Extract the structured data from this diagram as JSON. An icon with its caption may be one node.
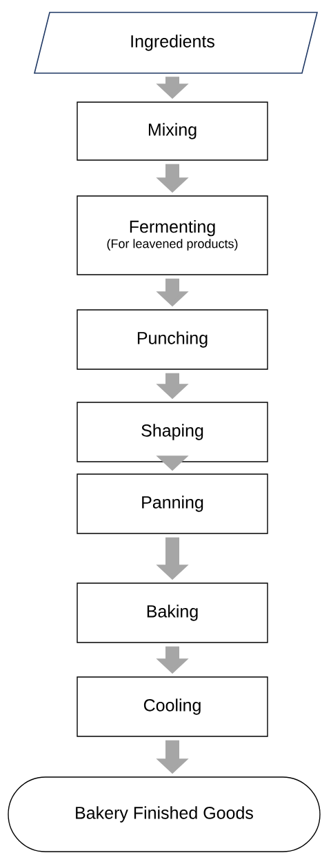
{
  "diagram": {
    "nodes": [
      {
        "text": [
          "Ingredients"
        ]
      },
      {
        "text": [
          "Mixing"
        ]
      },
      {
        "text": [
          "Fermenting",
          "(For leavened products)"
        ]
      },
      {
        "text": [
          "Punching"
        ]
      },
      {
        "text": [
          "Shaping"
        ]
      },
      {
        "text": [
          "Panning"
        ]
      },
      {
        "text": [
          "Baking"
        ]
      },
      {
        "text": [
          "Cooling"
        ]
      },
      {
        "text": [
          "Bakery Finished Goods"
        ]
      }
    ],
    "edges": [
      {
        "from": 0,
        "to": 1,
        "arrow": "to"
      },
      {
        "from": 1,
        "to": 2,
        "arrow": "to"
      },
      {
        "from": 2,
        "to": 3,
        "arrow": "to"
      },
      {
        "from": 3,
        "to": 4,
        "arrow": "to"
      },
      {
        "from": 4,
        "to": 5,
        "arrow": "to"
      },
      {
        "from": 5,
        "to": 6,
        "arrow": "to"
      },
      {
        "from": 6,
        "to": 7,
        "arrow": "to"
      },
      {
        "from": 7,
        "to": 8,
        "arrow": "to"
      }
    ]
  }
}
